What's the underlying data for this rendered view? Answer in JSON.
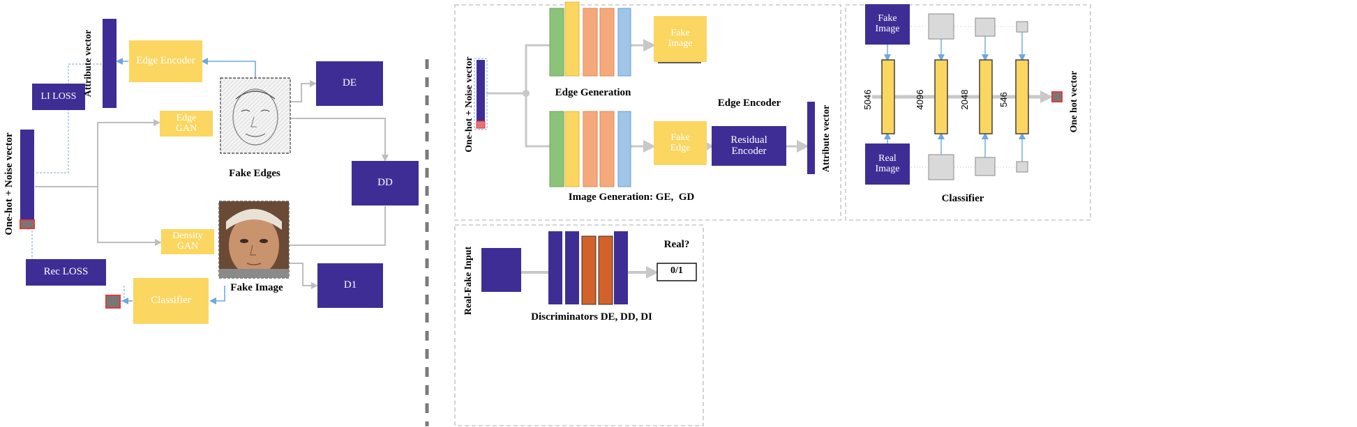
{
  "colors": {
    "purple": "#3f2d96",
    "yellow": "#fbd660",
    "green": "#8cc37a",
    "orange_light": "#f5a97b",
    "blue_light": "#9fc5e8",
    "orange_dark": "#d2622a",
    "gray": "#d9d9d9",
    "arrow_gray": "#bdbdbd",
    "arrow_blue": "#6fa8dc",
    "red": "#e53935"
  },
  "left": {
    "one_hot_label": "One-hot + Noise vector",
    "attribute_vector_label": "Attribute vector",
    "edge_encoder": "Edge Encoder",
    "li_loss": "LI LOSS",
    "edge_gan": "Edge\nGAN",
    "density_gan": "Density\nGAN",
    "de": "DE",
    "dd": "DD",
    "d1": "D1",
    "fake_edges": "Fake Edges",
    "fake_image": "Fake Image",
    "rec_loss": "Rec LOSS",
    "classifier": "Classifier"
  },
  "generator": {
    "one_hot_label": "One-hot + Noise vector",
    "fake_image": "Fake\nImage",
    "edge_generation": "Edge Generation",
    "edge_encoder_title": "Edge Encoder",
    "fake_edge": "Fake\nEdge",
    "residual_encoder": "Residual\nEncoder",
    "attribute_vector_label": "Attribute vector",
    "image_generation": "Image Generation: GE,  GD"
  },
  "classifier_panel": {
    "fake_image": "Fake\nImage",
    "real_image": "Real\nImage",
    "dims": [
      "5046",
      "4096",
      "2048",
      "546"
    ],
    "one_hot_label": "One hot vector",
    "caption": "Classifier"
  },
  "discriminator": {
    "input_label": "Real-Fake Input",
    "real_q": "Real?",
    "output": "0/1",
    "caption": "Discriminators DE, DD, DI"
  }
}
